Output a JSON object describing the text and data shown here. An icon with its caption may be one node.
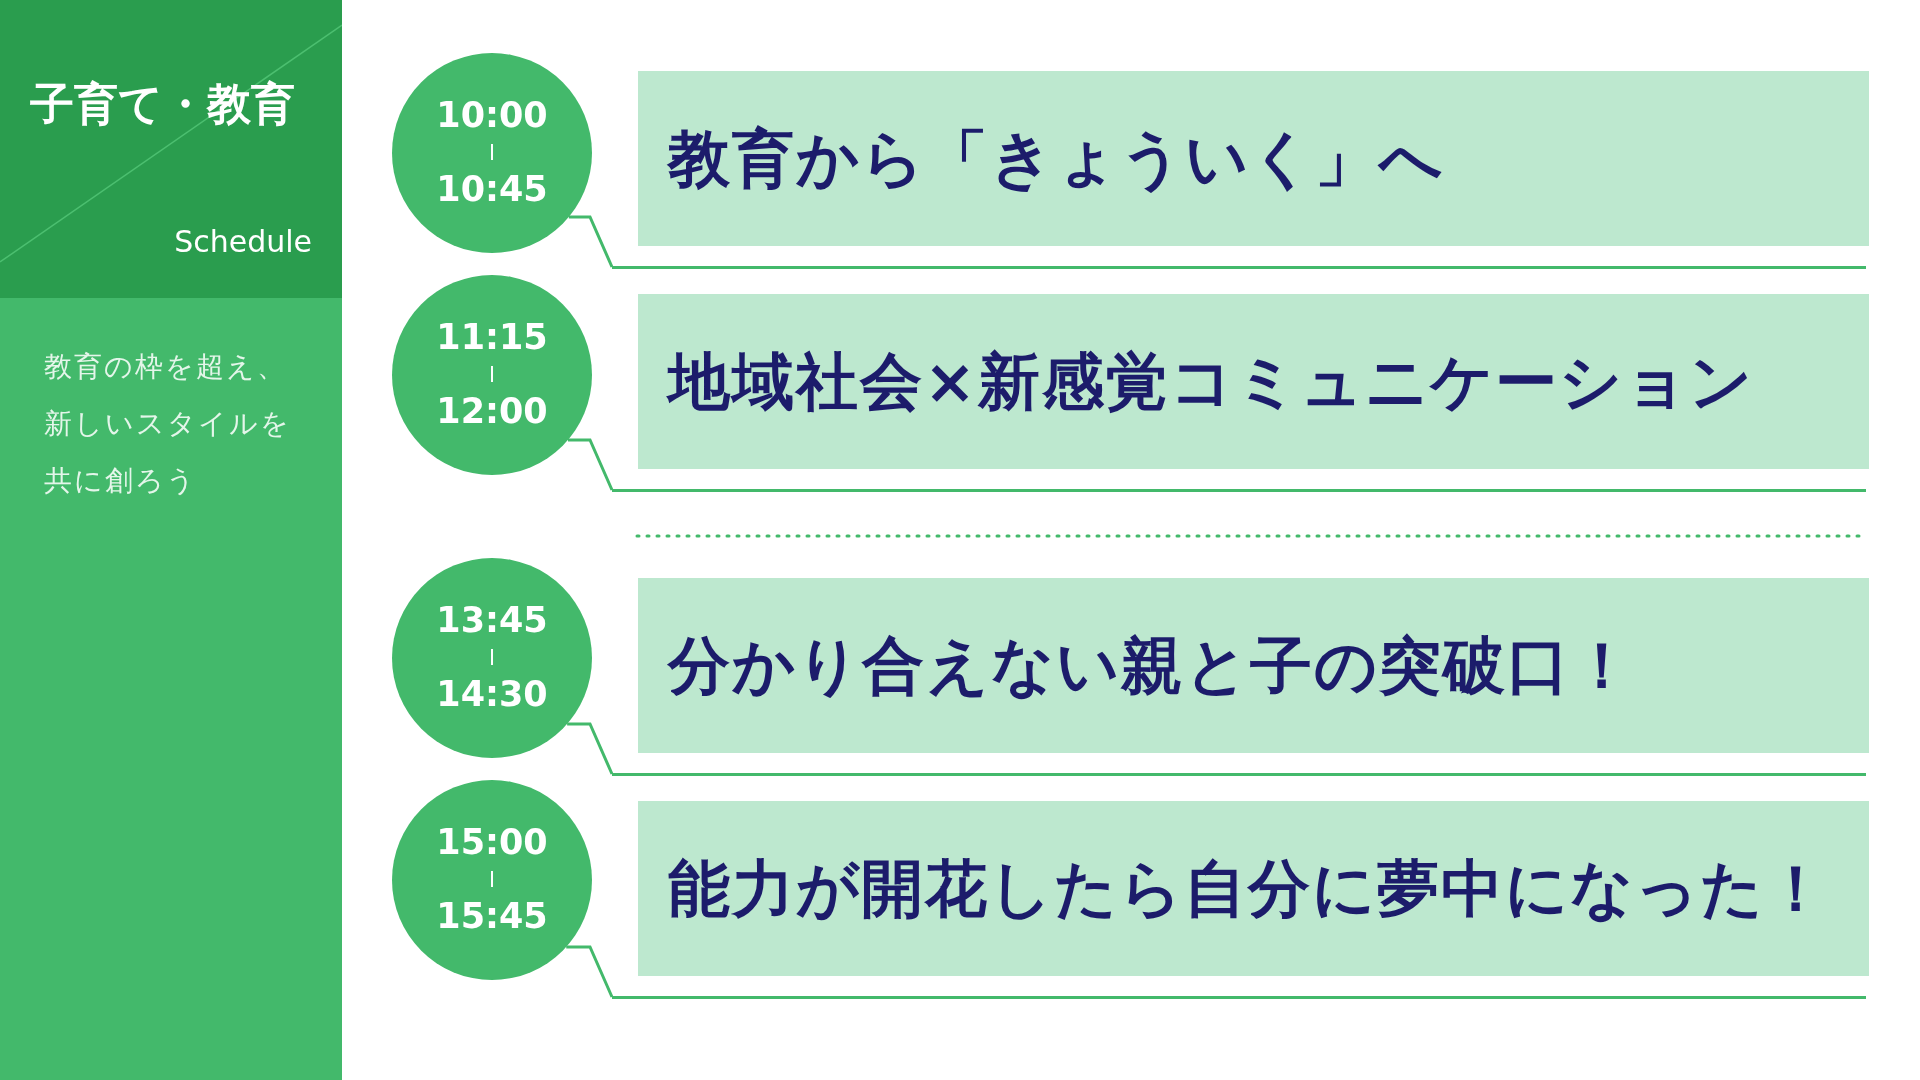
{
  "diagram": {
    "nodes": [
      {
        "text": [
          "子育て・教育",
          "Schedule"
        ]
      },
      {
        "text": [
          "教育の枠を超え、新しいスタイルを共に創ろう"
        ]
      },
      {
        "text": [
          "10:00",
          "10:45"
        ]
      },
      {
        "text": [
          "教育から「きょういく」へ"
        ]
      },
      {
        "text": [
          "11:15",
          "12:00"
        ]
      },
      {
        "text": [
          "地域社会×新感覚コミュニケーション"
        ]
      },
      {
        "text": [
          "13:45",
          "14:30"
        ]
      },
      {
        "text": [
          "分かり合えない親と子の突破口！"
        ]
      },
      {
        "text": [
          "15:00",
          "15:45"
        ]
      },
      {
        "text": [
          "能力が開花したら自分に夢中になった！"
        ]
      }
    ],
    "edges": [
      {
        "from": 2,
        "to": 3,
        "arrow": "none"
      },
      {
        "from": 4,
        "to": 5,
        "arrow": "none"
      },
      {
        "from": 6,
        "to": 7,
        "arrow": "none"
      },
      {
        "from": 8,
        "to": 9,
        "arrow": "none"
      }
    ]
  }
}
